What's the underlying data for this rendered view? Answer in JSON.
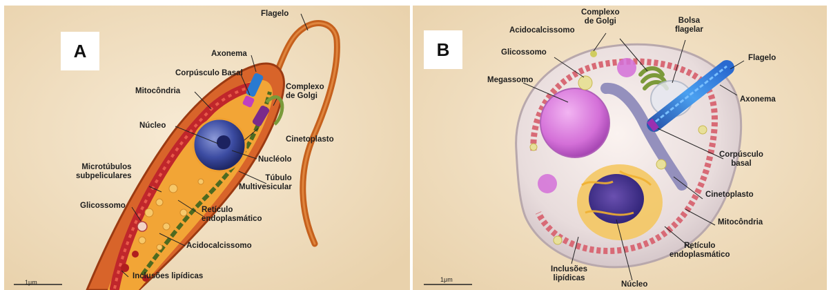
{
  "panel_a": {
    "letter": "A",
    "scale": "1μm",
    "labels": {
      "flagelo": "Flagelo",
      "axonema": "Axonema",
      "corpusculo_basal": "Corpúsculo Basal",
      "complexo_golgi": "Complexo\nde Golgi",
      "mitocondria": "Mitocôndria",
      "nucleo": "Núcleo",
      "cinetoplasto": "Cinetoplasto",
      "nucleolo": "Nucléolo",
      "microtubulos": "Microtúbulos\nsubpeliculares",
      "tubulo": "Túbulo\nMultivesicular",
      "glicossomo": "Glicossomo",
      "reticulo": "Retículo\nendoplasmático",
      "acidocalcissomo": "Acidocalcissomo",
      "inclusoes": "Inclusões lipídicas"
    }
  },
  "panel_b": {
    "letter": "B",
    "scale": "1μm",
    "labels": {
      "acidocalcissomo": "Acidocalcissomo",
      "complexo_golgi": "Complexo\nde Golgi",
      "bolsa_flagelar": "Bolsa\nflagelar",
      "glicossomo": "Glicossomo",
      "flagelo": "Flagelo",
      "megassomo": "Megassomo",
      "axonema": "Axonema",
      "corpusculo_basal": "Corpúsculo\nbasal",
      "cinetoplasto": "Cinetoplasto",
      "mitocondria": "Mitocôndria",
      "reticulo": "Retículo\nendoplasmático",
      "inclusoes": "Inclusões\nlipídicas",
      "nucleo": "Núcleo"
    }
  },
  "colors": {
    "background": "#f2e0c2",
    "flagellum": "#c8621e",
    "cell_body": "#e0702a",
    "cytoplasm": "#f0a030",
    "mitochondria": "#c0282e",
    "nucleus": "#3a4aa0",
    "golgi": "#7a9a3a",
    "megasome": "#d470d8",
    "axoneme": "#2a7ad0"
  }
}
